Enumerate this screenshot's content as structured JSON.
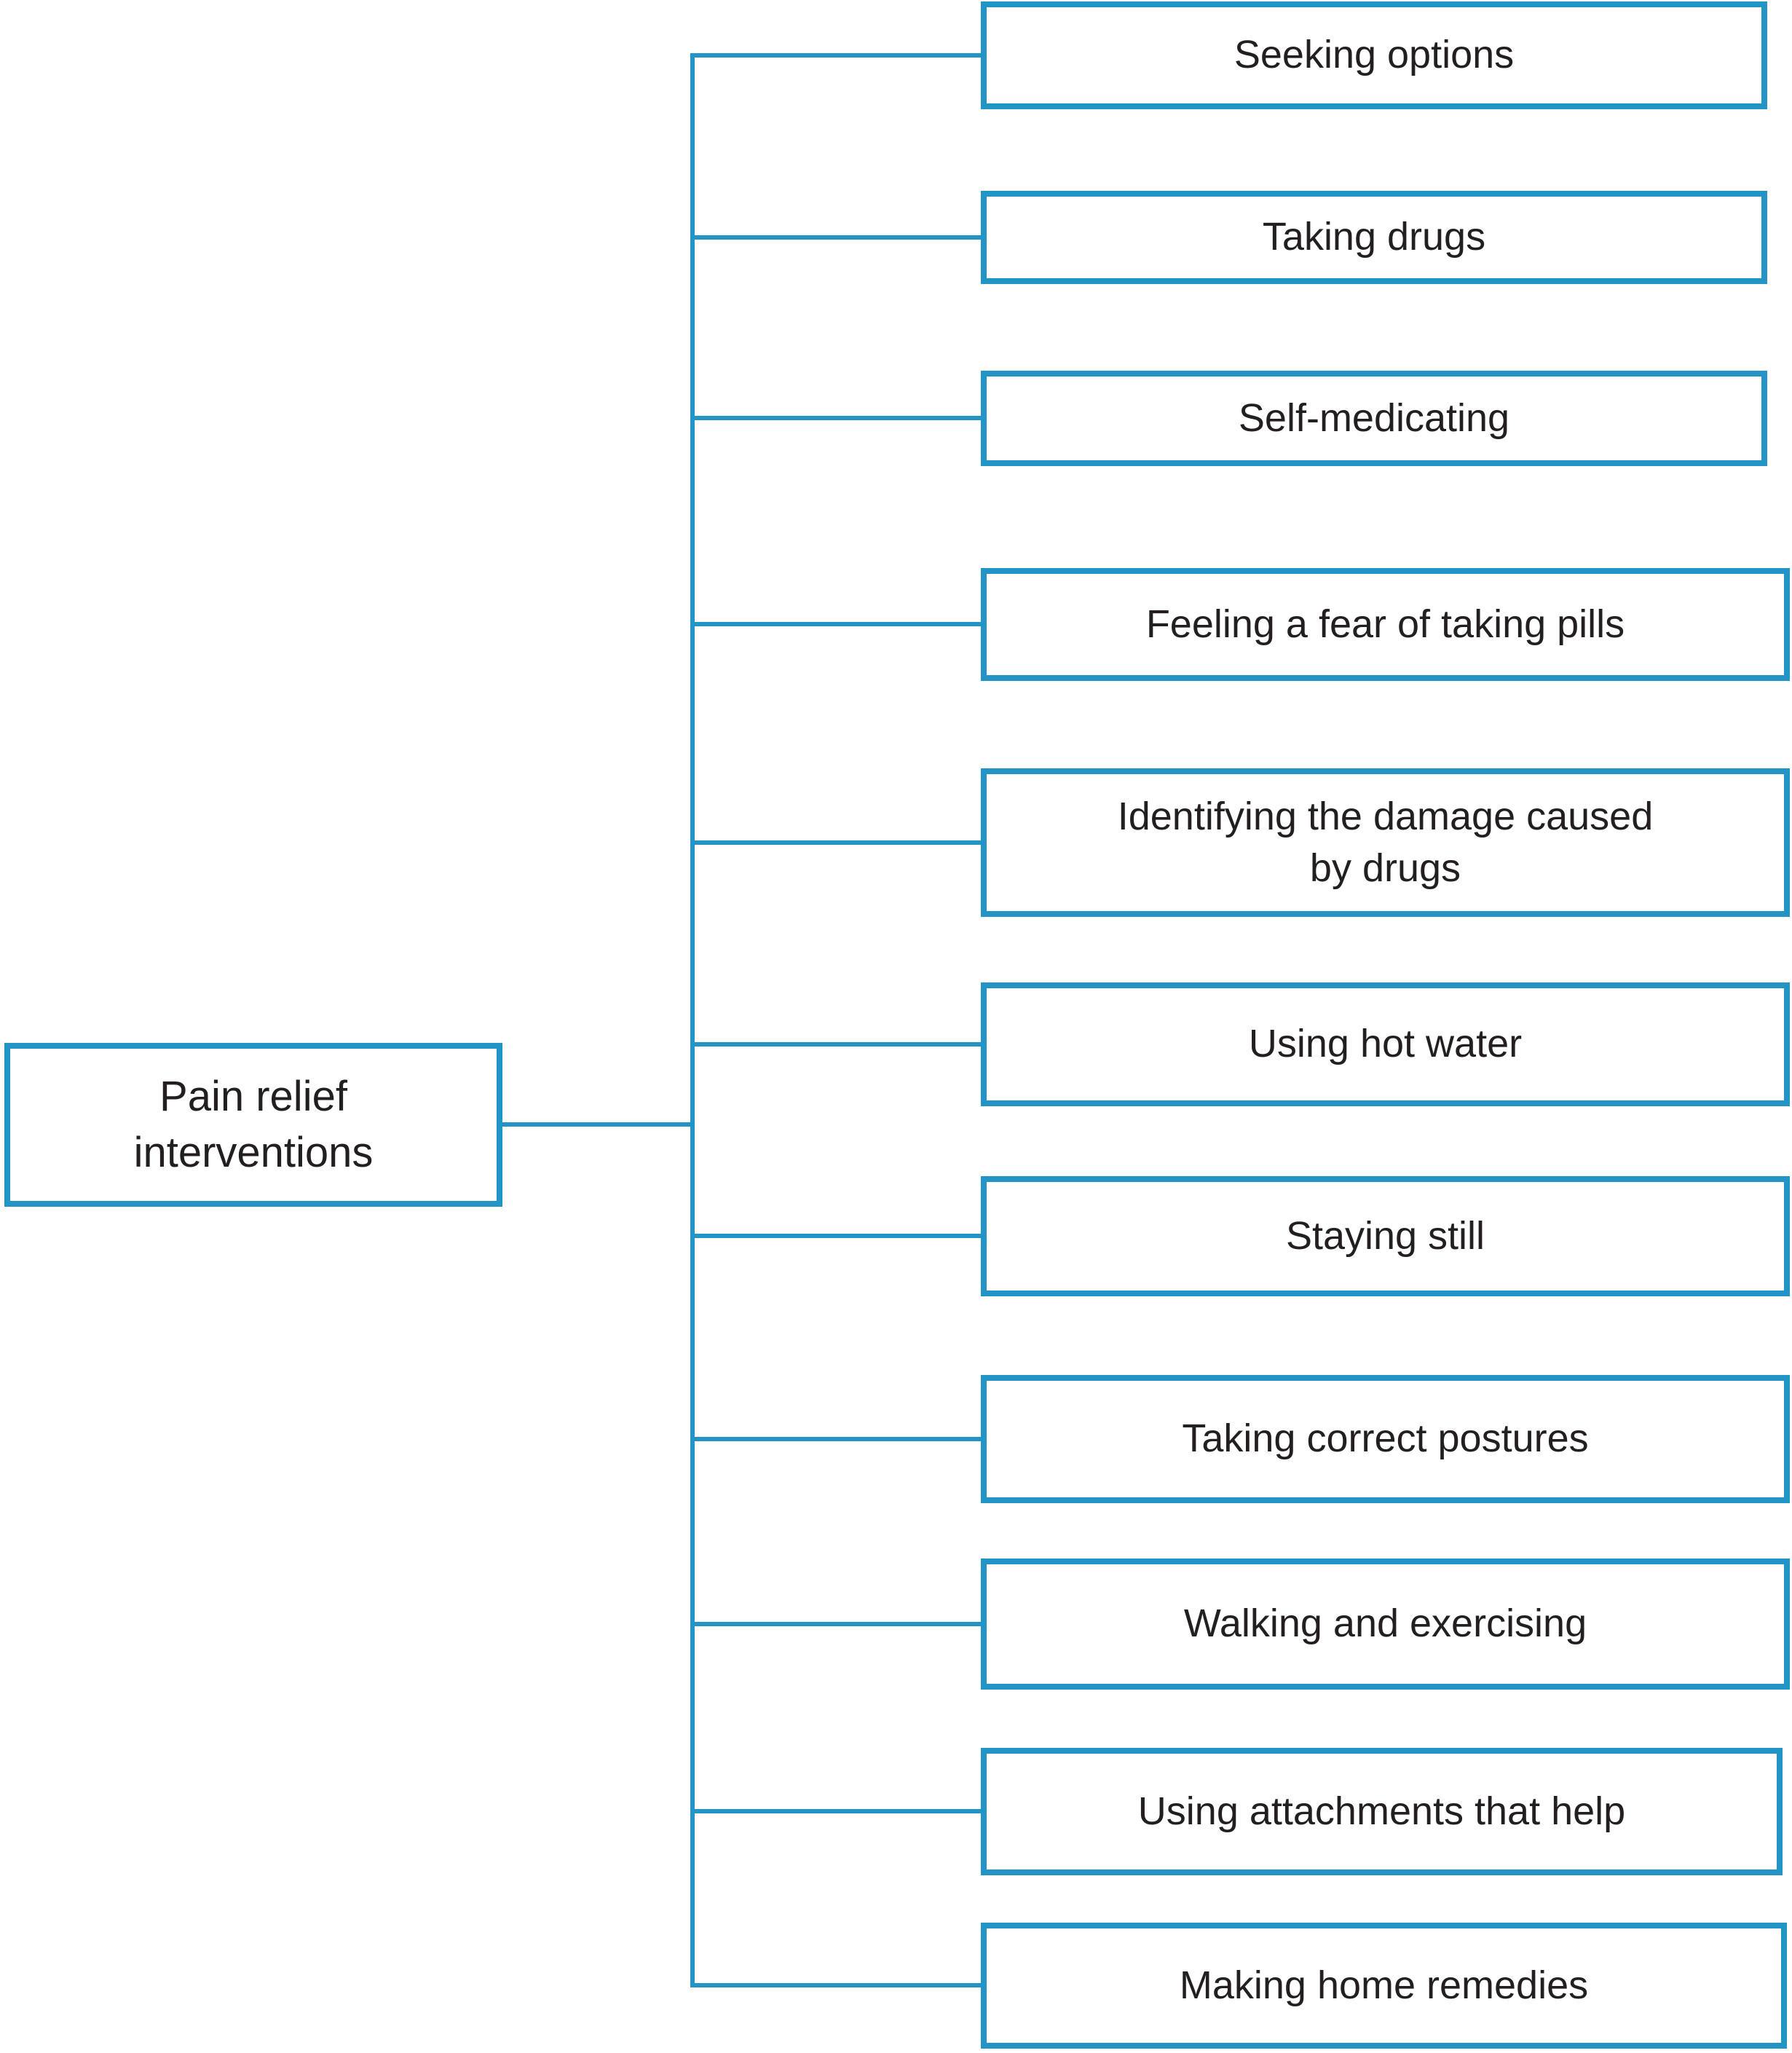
{
  "figure": {
    "type": "hierarchy-diagram",
    "colors": {
      "box_border": "#2394c6",
      "connector_line": "#2394c6",
      "text": "#231f20",
      "background": "#ffffff"
    },
    "root": {
      "label": "Pain relief\ninterventions"
    },
    "children": [
      {
        "label": "Seeking options"
      },
      {
        "label": "Taking drugs"
      },
      {
        "label": "Self-medicating"
      },
      {
        "label": "Feeling a fear of taking pills"
      },
      {
        "label": "Identifying the damage caused\nby drugs"
      },
      {
        "label": "Using hot water"
      },
      {
        "label": "Staying still"
      },
      {
        "label": "Taking correct postures"
      },
      {
        "label": "Walking and exercising"
      },
      {
        "label": "Using attachments that help"
      },
      {
        "label": "Making home remedies"
      }
    ]
  }
}
